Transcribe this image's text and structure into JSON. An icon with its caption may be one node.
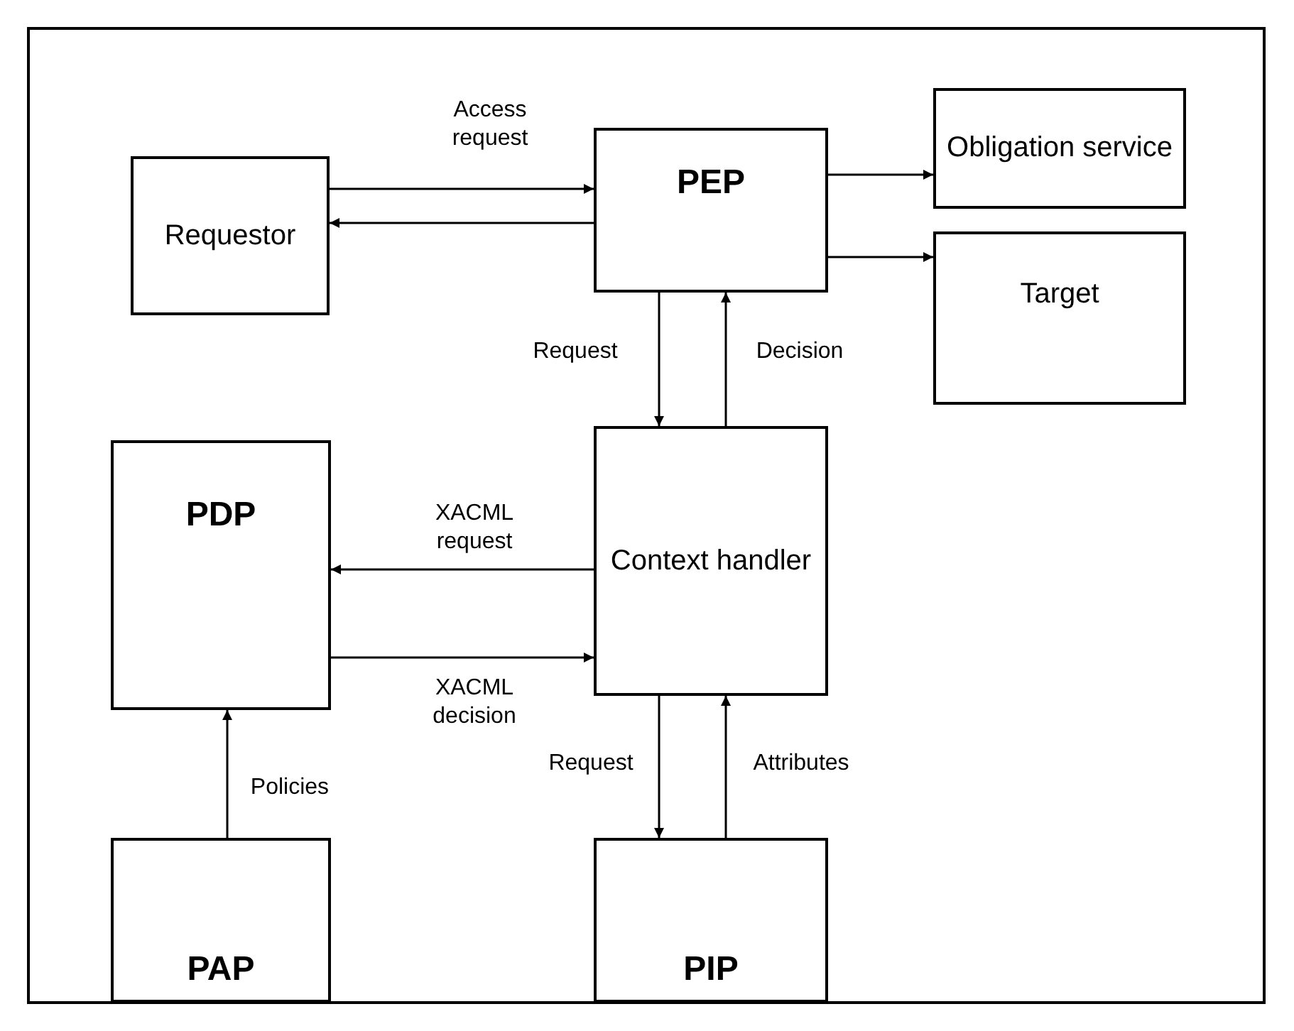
{
  "diagram": {
    "nodes": [
      {
        "text": [
          "Requestor"
        ]
      },
      {
        "text": [
          "PEP"
        ]
      },
      {
        "text": [
          "Obligation service"
        ]
      },
      {
        "text": [
          "Target"
        ]
      },
      {
        "text": [
          "Context handler"
        ]
      },
      {
        "text": [
          "PDP"
        ]
      },
      {
        "text": [
          "PAP"
        ]
      },
      {
        "text": [
          "PIP"
        ]
      }
    ],
    "edges": [
      {
        "from": 0,
        "to": 1,
        "arrow": "to",
        "label": "Access request"
      },
      {
        "from": 1,
        "to": 0,
        "arrow": "to"
      },
      {
        "from": 1,
        "to": 2,
        "arrow": "to"
      },
      {
        "from": 1,
        "to": 3,
        "arrow": "to"
      },
      {
        "from": 1,
        "to": 4,
        "arrow": "to",
        "label": "Request"
      },
      {
        "from": 4,
        "to": 1,
        "arrow": "to",
        "label": "Decision"
      },
      {
        "from": 4,
        "to": 5,
        "arrow": "to",
        "label": "XACML request"
      },
      {
        "from": 5,
        "to": 4,
        "arrow": "to",
        "label": "XACML decision"
      },
      {
        "from": 4,
        "to": 7,
        "arrow": "to",
        "label": "Request"
      },
      {
        "from": 7,
        "to": 4,
        "arrow": "to",
        "label": "Attributes"
      },
      {
        "from": 6,
        "to": 5,
        "arrow": "to",
        "label": "Policies"
      }
    ]
  }
}
